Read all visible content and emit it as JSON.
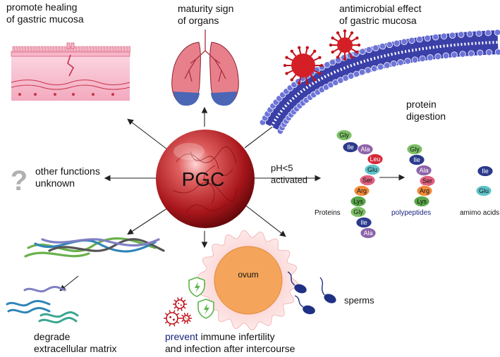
{
  "center": {
    "label": "PGC"
  },
  "labels": {
    "healing": [
      "promote healing",
      "of gastric mucosa"
    ],
    "maturity": [
      "maturity sign",
      "of organs"
    ],
    "antimicrobial": [
      "antimicrobial effect",
      "of gastric mucosa"
    ],
    "protein": [
      "protein",
      "digestion"
    ],
    "other": [
      "other functions",
      "unknown"
    ],
    "degrade": [
      "degrade",
      "extracellular matrix"
    ],
    "prevent_word": "prevent",
    "prevent_rest": " immune infertility",
    "prevent_line2": "and infection after intercourse",
    "ovum": "ovum",
    "sperms": "sperms",
    "ph": "pH<5",
    "activated": "activated",
    "question": "?"
  },
  "digestion": {
    "proteins_label": "Proteins",
    "polypeptides_label": "polypeptides",
    "amino_label": "amimo acids",
    "protein_chain": [
      "Gly",
      "Ile",
      "Ala",
      "Leu",
      "Glu",
      "Ser",
      "Arg",
      "Lys",
      "Gly",
      "Ile",
      "Ala"
    ],
    "peptide1": [
      "Gly",
      "Ile",
      "Ala"
    ],
    "peptide2": [
      "Ser",
      "Arg",
      "Lys"
    ],
    "amino_acids": [
      "Ile",
      "Glu"
    ]
  },
  "colors": {
    "Gly": "#7dc067",
    "Ile": "#2b3a8c",
    "Ala": "#8e63a8",
    "Leu": "#d8283a",
    "Glu": "#5fc3c8",
    "Ser": "#e0607f",
    "Arg": "#f08a3a",
    "Lys": "#5aa64a",
    "accent_blue": "#1a237e",
    "sphere": "#b71c1c"
  }
}
